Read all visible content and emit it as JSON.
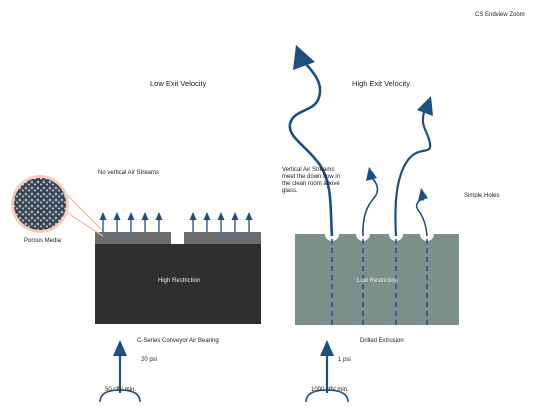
{
  "header": {
    "title": "CS Endview Zoom"
  },
  "left_panel": {
    "heading": "Low Exit Velocity",
    "no_streams_label": "No vertical Air Streams",
    "porous_label": "Porous Media",
    "block_label": "High Restriction",
    "caption": "C-Series Conveyor Air Bearing",
    "pressure": "20 psi",
    "flow": "50 cfh/ min."
  },
  "right_panel": {
    "heading": "High Exit Velocity",
    "streams_note": [
      "Vertical Air Streams",
      "meet the down flow in",
      "the clean room above",
      "glass."
    ],
    "holes_label": "Simple Holes",
    "block_label": "Low Restriction",
    "caption": "Drilled Extrusion",
    "pressure": "1 psi",
    "flow": "1000 cfh/ min."
  },
  "colors": {
    "arrow_blue": "#1d4f7f",
    "dark_block": "#2f2f31",
    "gray_plate": "#6b6d6f",
    "green_block": "#7c8f8b",
    "porous_ring": "#f0b8a2"
  }
}
